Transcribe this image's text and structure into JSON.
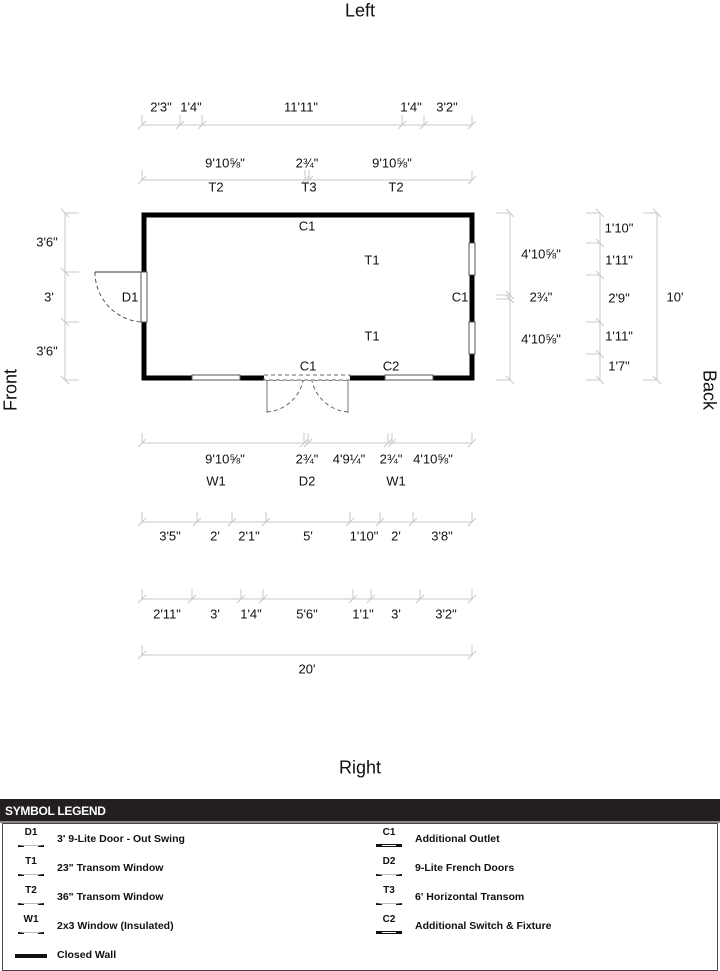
{
  "sides": {
    "top": "Left",
    "bottom": "Right",
    "left": "Front",
    "right": "Back"
  },
  "top_dims": {
    "row1": [
      "2'3\"",
      "1'4\"",
      "11'11\"",
      "1'4\"",
      "3'2\""
    ],
    "row2": [
      "9'10⅝\"",
      "2¾\"",
      "9'10⅝\""
    ],
    "row2_codes": [
      "T2",
      "T3",
      "T2"
    ]
  },
  "left_dims": [
    "3'6\"",
    "3'",
    "3'6\""
  ],
  "right_dims": {
    "inner": [
      "4'10⅝\"",
      "2¾\"",
      "4'10⅝\""
    ],
    "middle": [
      "1'10\"",
      "1'11\"",
      "2'9\"",
      "1'11\"",
      "1'7\""
    ],
    "total": "10'"
  },
  "bottom_dims": {
    "row1": [
      "9'10⅝\"",
      "2¾\"",
      "4'9¼\"",
      "2¾\"",
      "4'10⅝\""
    ],
    "row1_codes": [
      "W1",
      "D2",
      "W1"
    ],
    "row2": [
      "3'5\"",
      "2'",
      "2'1\"",
      "5'",
      "1'10\"",
      "2'",
      "3'8\""
    ],
    "row3": [
      "2'11\"",
      "3'",
      "1'4\"",
      "5'6\"",
      "1'1\"",
      "3'",
      "3'2\""
    ],
    "total": "20'"
  },
  "plan_labels": {
    "top_c1": "C1",
    "t1_upper": "T1",
    "t1_lower": "T1",
    "right_c1": "C1",
    "bottom_c1": "C1",
    "c2": "C2",
    "d1": "D1"
  },
  "legend": {
    "title": "SYMBOL LEGEND",
    "items": [
      {
        "code": "D1",
        "label": "3' 9-Lite Door - Out Swing"
      },
      {
        "code": "T1",
        "label": "23\" Transom Window"
      },
      {
        "code": "T2",
        "label": "36\" Transom Window"
      },
      {
        "code": "W1",
        "label": "2x3 Window (Insulated)"
      },
      {
        "code": "",
        "label": "Closed Wall"
      },
      {
        "code": "C1",
        "label": "Additional Outlet"
      },
      {
        "code": "D2",
        "label": "9-Lite French Doors"
      },
      {
        "code": "T3",
        "label": "6' Horizontal Transom"
      },
      {
        "code": "C2",
        "label": "Additional Switch & Fixture"
      }
    ]
  }
}
